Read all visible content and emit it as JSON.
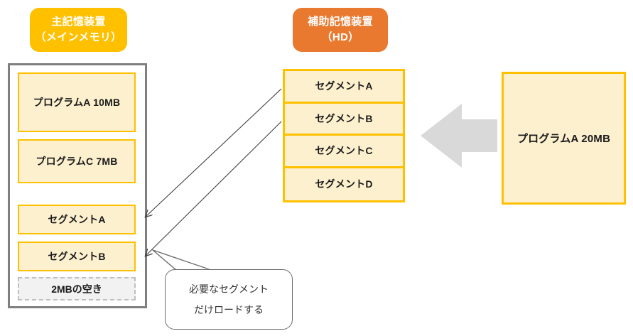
{
  "headers": {
    "main_memory": {
      "line1": "主記憶装置",
      "line2": "（メインメモリ）",
      "color": "#FFC000"
    },
    "secondary_storage": {
      "line1": "補助記憶装置",
      "line2": "（HD）",
      "color": "#E8792F"
    }
  },
  "main_memory": {
    "blocks": [
      {
        "label": "プログラムA 10MB"
      },
      {
        "label": "プログラムC 7MB"
      },
      {
        "label": "セグメントA"
      },
      {
        "label": "セグメントB"
      }
    ],
    "free_space": {
      "label": "2MBの空き"
    },
    "border_color": "#7F7F7F",
    "block_fill": "#FDF0CE",
    "block_border": "#FFC000"
  },
  "hd_storage": {
    "segments": [
      {
        "label": "セグメントA"
      },
      {
        "label": "セグメントB"
      },
      {
        "label": "セグメントC"
      },
      {
        "label": "セグメントD"
      }
    ],
    "fill": "#FDF0CE",
    "border_color": "#FFC000"
  },
  "program_source": {
    "label": "プログラムA 20MB",
    "fill": "#FDF0CE",
    "border_color": "#FFC000"
  },
  "transfer_arrow": {
    "direction": "left",
    "color": "#D9D9D9"
  },
  "load_arrows": [
    {
      "from": "hd-segment-a",
      "to": "memory-segment-a"
    },
    {
      "from": "hd-segment-b",
      "to": "memory-segment-b"
    }
  ],
  "callout": {
    "line1": "必要なセグメント",
    "line2": "だけロードする",
    "border_color": "#6b6b6b"
  }
}
